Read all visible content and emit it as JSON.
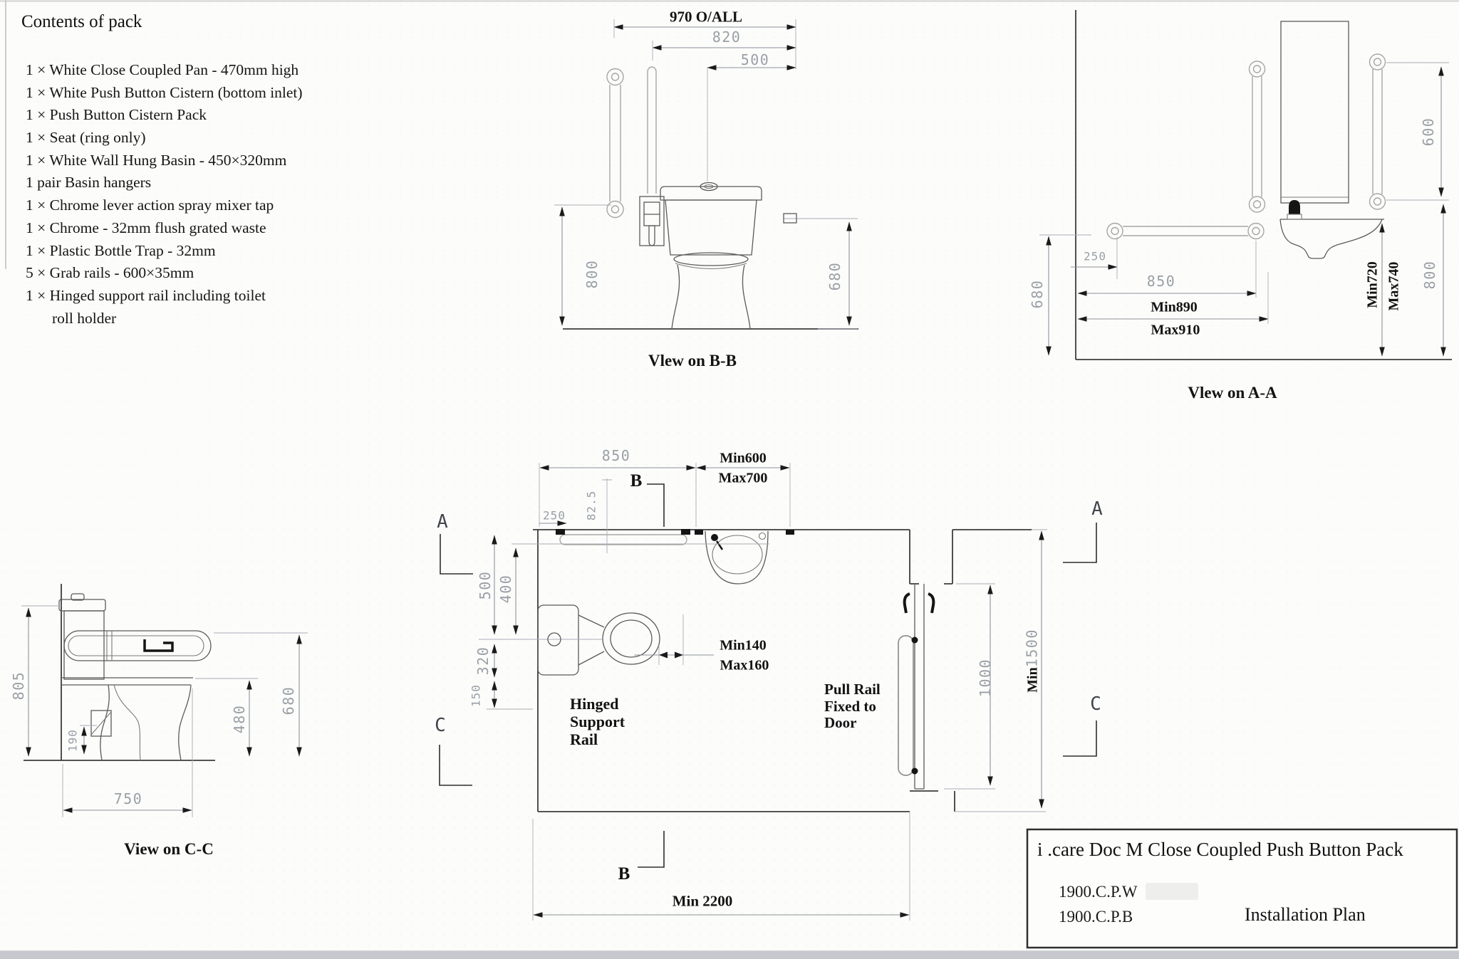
{
  "contents": {
    "title": "Contents of pack",
    "items": [
      "1 × White Close Coupled Pan - 470mm high",
      "1 × White Push Button Cistern (bottom inlet)",
      "1 × Push Button Cistern Pack",
      "1 × Seat (ring only)",
      "1 × White Wall Hung Basin  - 450×320mm",
      "1 pair Basin hangers",
      "1 × Chrome lever action spray mixer tap",
      "1 × Chrome - 32mm flush grated waste",
      "1 × Plastic Bottle Trap -  32mm",
      "5 × Grab rails -  600×35mm",
      "1 × Hinged support rail including toilet",
      "roll holder"
    ]
  },
  "views": {
    "bb": {
      "caption": "Vlew on B-B",
      "overall": "970 O/ALL",
      "d820": "820",
      "d500": "500",
      "d800": "800",
      "d680": "680"
    },
    "aa": {
      "caption": "Vlew on A-A",
      "d250": "250",
      "d850": "850",
      "min890": "Min890",
      "max910": "Max910",
      "d680": "680",
      "min720": "Min720",
      "max740": "Max740",
      "d600": "600",
      "d800": "800"
    },
    "cc": {
      "caption": "View on C-C",
      "d805": "805",
      "d190": "190",
      "d480": "480",
      "d680": "680",
      "d750": "750"
    }
  },
  "plan": {
    "d850": "850",
    "min600": "Min600",
    "max700": "Max700",
    "d250": "250",
    "d82_5": "82.5",
    "d500": "500",
    "d400": "400",
    "d320": "320",
    "d150": "150",
    "min140": "Min140",
    "max160": "Max160",
    "d1000": "1000",
    "min1500_prefix": "Min",
    "min1500_value": "1500",
    "min2200": "Min 2200",
    "hinged_label": [
      "Hinged",
      "Support",
      "Rail"
    ],
    "pull_label": [
      "Pull Rail",
      "Fixed to",
      "Door"
    ],
    "marker_a": "A",
    "marker_b": "B",
    "marker_c": "C"
  },
  "title_block": {
    "title": "i .care Doc M Close Coupled Push Button Pack",
    "code_1": "1900.C.P.W",
    "code_2": "1900.C.P.B",
    "doc_type": "Installation Plan"
  }
}
